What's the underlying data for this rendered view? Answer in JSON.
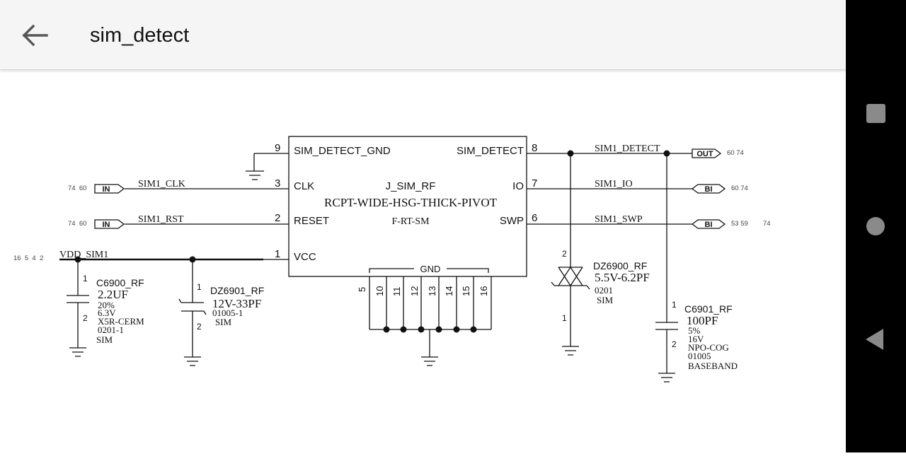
{
  "appbar": {
    "title": "sim_detect",
    "back_icon": "arrow-back-icon"
  },
  "navbar": {
    "recent_icon": "square-icon",
    "home_icon": "circle-icon",
    "back_icon": "triangle-back-icon"
  },
  "schematic": {
    "chip": {
      "pin_gnd_label": "SIM_DETECT_GND",
      "pin_gnd_num": "9",
      "pin_clk_label": "CLK",
      "pin_clk_num": "3",
      "pin_reset_label": "RESET",
      "pin_reset_num": "2",
      "pin_vcc_label": "VCC",
      "pin_vcc_num": "1",
      "pin_detect_label": "SIM_DETECT",
      "pin_detect_num": "8",
      "pin_io_label": "IO",
      "pin_io_num": "7",
      "pin_swp_label": "SWP",
      "pin_swp_num": "6",
      "name": "J_SIM_RF",
      "part": "RCPT-WIDE-HSG-THICK-PIVOT",
      "variant": "F-RT-SM",
      "gnd_label": "GND",
      "gnd_pins": [
        "5",
        "10",
        "11",
        "12",
        "13",
        "14",
        "15",
        "16"
      ]
    },
    "nets": {
      "clk": {
        "name": "SIM1_CLK",
        "port": "IN",
        "refs": "74  60"
      },
      "rst": {
        "name": "SIM1_RST",
        "port": "IN",
        "refs": "74  60"
      },
      "vdd": {
        "name": "VDD_SIM1",
        "refs": "16  5  4  2"
      },
      "detect": {
        "name": "SIM1_DETECT",
        "port": "OUT",
        "refs": "60 74"
      },
      "io": {
        "name": "SIM1_IO",
        "port": "BI",
        "refs": "60 74"
      },
      "swp": {
        "name": "SIM1_SWP",
        "port": "BI",
        "refs": "53 59",
        "refs2": "74"
      }
    },
    "c6900": {
      "name": "C6900_RF",
      "value": "2.2UF",
      "tol": "20%",
      "volt": "6.3V",
      "dielec": "X5R-CERM",
      "pkg": "0201-1",
      "group": "SIM",
      "pin1": "1",
      "pin2": "2"
    },
    "dz6901": {
      "name": "DZ6901_RF",
      "value": "12V-33PF",
      "pkg": "01005-1",
      "group": "SIM",
      "pin1": "1",
      "pin2": "2"
    },
    "dz6900": {
      "name": "DZ6900_RF",
      "value": "5.5V-6.2PF",
      "pkg": "0201",
      "group": "SIM",
      "pin1": "1",
      "pin2": "2"
    },
    "c6901": {
      "name": "C6901_RF",
      "value": "100PF",
      "tol": "5%",
      "volt": "16V",
      "dielec": "NPO-COG",
      "pkg": "01005",
      "group": "BASEBAND",
      "pin1": "1",
      "pin2": "2"
    }
  }
}
